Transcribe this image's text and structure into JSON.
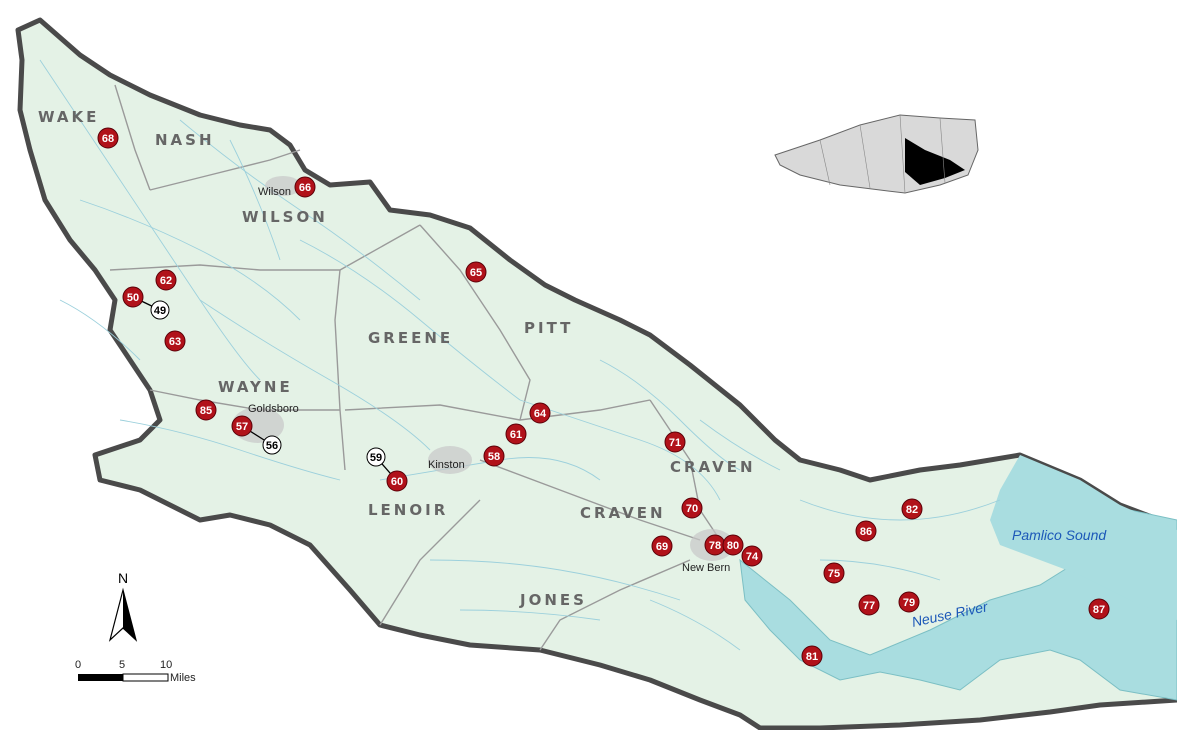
{
  "counties": [
    "WAKE",
    "NASH",
    "WILSON",
    "GREENE",
    "PITT",
    "WAYNE",
    "LENOIR",
    "CRAVEN",
    "CRAVEN",
    "JONES"
  ],
  "cities": [
    "Wilson",
    "Goldsboro",
    "Kinston",
    "New Bern"
  ],
  "water": [
    "Pamlico Sound",
    "Neuse River"
  ],
  "sites": {
    "red": [
      "68",
      "66",
      "62",
      "50",
      "63",
      "65",
      "85",
      "57",
      "64",
      "61",
      "58",
      "60",
      "71",
      "70",
      "69",
      "78",
      "80",
      "74",
      "86",
      "82",
      "75",
      "77",
      "79",
      "87",
      "81"
    ],
    "white": [
      "49",
      "56",
      "59"
    ]
  },
  "north_label": "N",
  "scale": {
    "ticks": [
      "0",
      "5",
      "10"
    ],
    "unit": "Miles"
  },
  "colors": {
    "basin": "#e4f2e6",
    "water": "#a9dde0",
    "site": "#b1121a",
    "border": "#4a4a4a"
  }
}
